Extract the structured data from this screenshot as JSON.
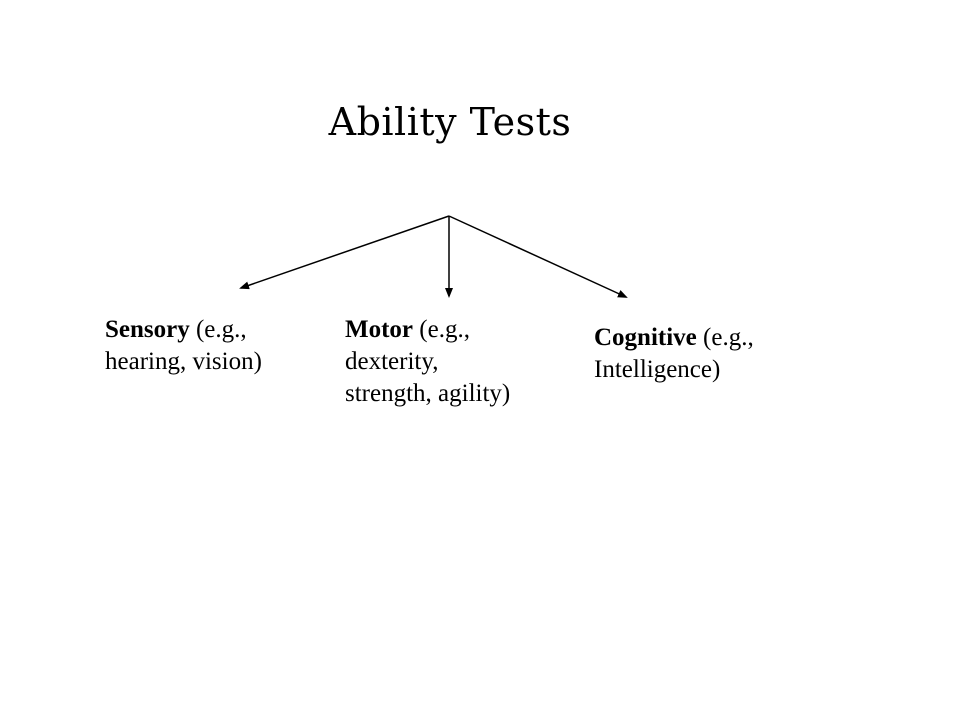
{
  "title": "Ability Tests",
  "nodes": [
    {
      "name": "Sensory",
      "lines": [
        "(e.g.,",
        "hearing, vision)"
      ]
    },
    {
      "name": "Motor",
      "lines": [
        "(e.g.,",
        "dexterity,",
        "strength, agility)"
      ]
    },
    {
      "name": "Cognitive",
      "lines": [
        "(e.g.,",
        "Intelligence)"
      ]
    }
  ]
}
